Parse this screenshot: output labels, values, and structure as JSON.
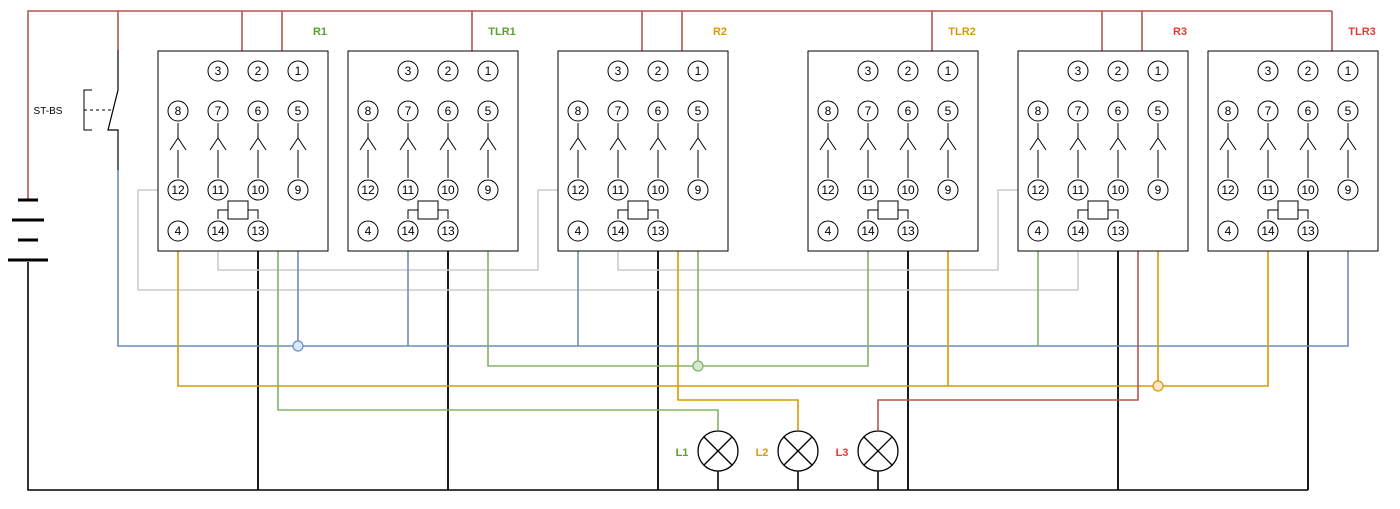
{
  "switch_label": "ST-BS",
  "relays": [
    {
      "label": "R1",
      "color": "#5aa02c"
    },
    {
      "label": "TLR1",
      "color": "#5aa02c"
    },
    {
      "label": "R2",
      "color": "#d79b00"
    },
    {
      "label": "TLR2",
      "color": "#d79b00"
    },
    {
      "label": "R3",
      "color": "#e53935"
    },
    {
      "label": "TLR3",
      "color": "#e53935"
    }
  ],
  "pin_numbers": [
    "1",
    "2",
    "3",
    "4",
    "5",
    "6",
    "7",
    "8",
    "9",
    "10",
    "11",
    "12",
    "13",
    "14"
  ],
  "lamps": [
    {
      "label": "L1",
      "color": "#5aa02c"
    },
    {
      "label": "L2",
      "color": "#d79b00"
    },
    {
      "label": "L3",
      "color": "#e53935"
    }
  ],
  "wire_colors": {
    "red": "#b85450",
    "blue": "#6c8ebf",
    "green": "#82b366",
    "orange": "#d79b00",
    "gray": "#cccccc",
    "black": "#000000"
  }
}
